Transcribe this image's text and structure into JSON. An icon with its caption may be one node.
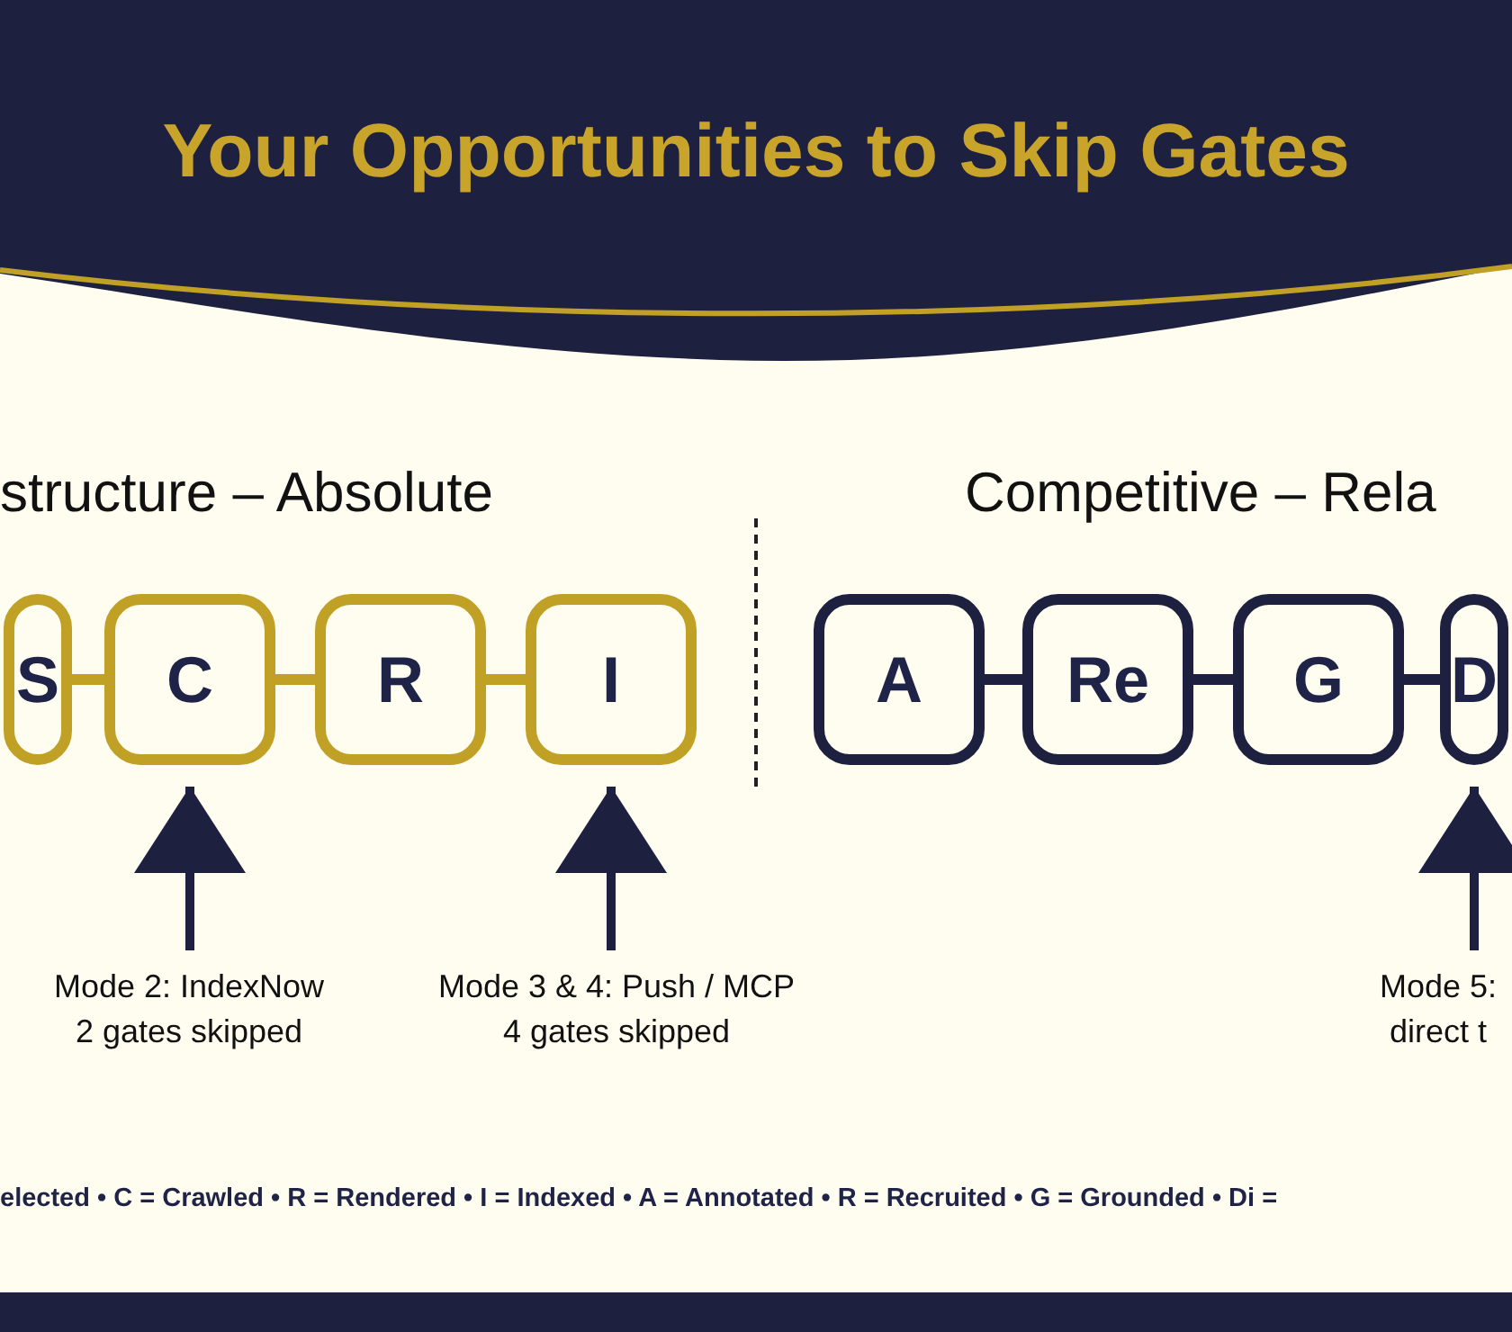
{
  "diagram": {
    "title": "Your Opportunities to Skip Gates",
    "nodes": [
      {
        "text": [
          "S"
        ]
      },
      {
        "text": [
          "C"
        ]
      },
      {
        "text": [
          "R"
        ]
      },
      {
        "text": [
          "I"
        ]
      },
      {
        "text": [
          "A"
        ]
      },
      {
        "text": [
          "Re"
        ]
      },
      {
        "text": [
          "G"
        ]
      },
      {
        "text": [
          "D"
        ]
      },
      {
        "text": [
          "Mode 2: IndexNow",
          "2 gates skipped"
        ]
      },
      {
        "text": [
          "Mode 3 & 4: Push / MCP",
          "4 gates skipped"
        ]
      },
      {
        "text": [
          "Mode 5:",
          "direct t"
        ]
      }
    ],
    "edges": [
      {
        "from": 0,
        "to": 1,
        "arrow": "none",
        "color": "#c0a025"
      },
      {
        "from": 1,
        "to": 2,
        "arrow": "none",
        "color": "#c0a025"
      },
      {
        "from": 2,
        "to": 3,
        "arrow": "none",
        "color": "#c0a025"
      },
      {
        "from": 4,
        "to": 5,
        "arrow": "none"
      },
      {
        "from": 5,
        "to": 6,
        "arrow": "none"
      },
      {
        "from": 6,
        "to": 7,
        "arrow": "none"
      },
      {
        "from": 8,
        "to": 1,
        "arrow": "to"
      },
      {
        "from": 9,
        "to": 3,
        "arrow": "to"
      },
      {
        "from": 10,
        "to": 7,
        "arrow": "to"
      }
    ],
    "labels": [
      "structure – Absolute",
      "Competitive – Rela",
      "elected • C = Crawled • R = Rendered • I = Indexed • A = Annotated • R = Recruited • G = Grounded • Di ="
    ]
  }
}
